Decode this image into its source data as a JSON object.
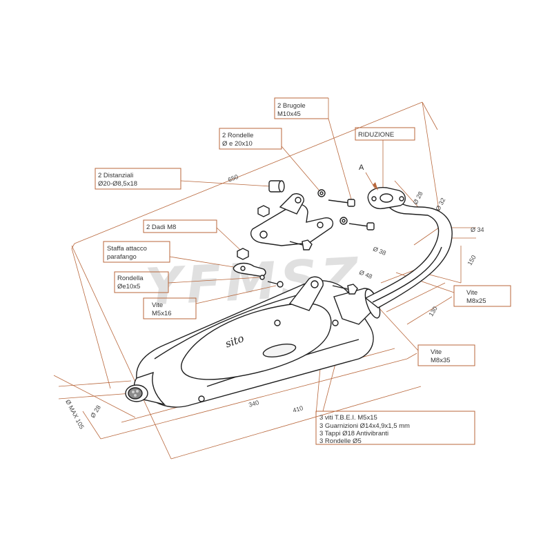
{
  "diagram": {
    "watermark": "YFMSZ",
    "callouts": {
      "brugole": [
        "2 Brugole",
        "M10x45"
      ],
      "rondelle": [
        "2 Rondelle",
        "Ø e 20x10"
      ],
      "riduzione": [
        "RIDUZIONE"
      ],
      "distanziali": [
        "2 Distanziali",
        "Ø20-Ø8,5x18"
      ],
      "dadi": [
        "2 Dadi M8"
      ],
      "staffa": [
        "Staffa attacco",
        "parafango"
      ],
      "rondella": [
        "Rondella",
        "Øe10x5"
      ],
      "vite_m5": [
        "Vite",
        "M5x16"
      ],
      "vite_m8x25": [
        "Vite",
        "M8x25"
      ],
      "vite_m8x35": [
        "Vite",
        "M8x35"
      ],
      "kit": [
        "3 viti T.B.E.I. M5x15",
        "3 Guarnizioni Ø14x4,9x1,5 mm",
        "3 Tappi Ø18 Antivibranti",
        "3 Rondelle Ø5"
      ]
    },
    "view_marker": "A",
    "brand_logo": "sito",
    "dimensions": {
      "len_650": "650",
      "dia_28_top": "Ø 28",
      "dia_32": "Ø 32",
      "dia_34": "Ø 34",
      "dia_38": "Ø 38",
      "dia_48": "Ø 48",
      "len_150": "150",
      "len_130": "130",
      "len_340": "340",
      "len_410": "410",
      "dia_28_bottom": "Ø 28",
      "dia_max_105": "Ø MAX 105"
    }
  }
}
